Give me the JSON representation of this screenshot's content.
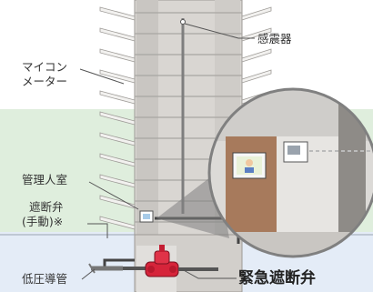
{
  "labels": {
    "seismometer": "感震器",
    "microcomputer_meter_line1": "マイコン",
    "microcomputer_meter_line2": "メーター",
    "management_room": "管理人室",
    "shutoff_valve_line1": "遮断弁",
    "shutoff_valve_line2": "(手動)※",
    "low_pressure_pipe": "低圧導管",
    "emergency_shutoff_valve": "緊急遮断弁"
  },
  "colors": {
    "sky_green": "#dfeedd",
    "ground_blue": "#e4ecf7",
    "building": "#d9d6d2",
    "balcony": "#f2f1ef",
    "room_wall": "#a77a5c",
    "pipe": "#444444",
    "valve_red": "#d6243a",
    "zoom_gray": "#808080"
  }
}
